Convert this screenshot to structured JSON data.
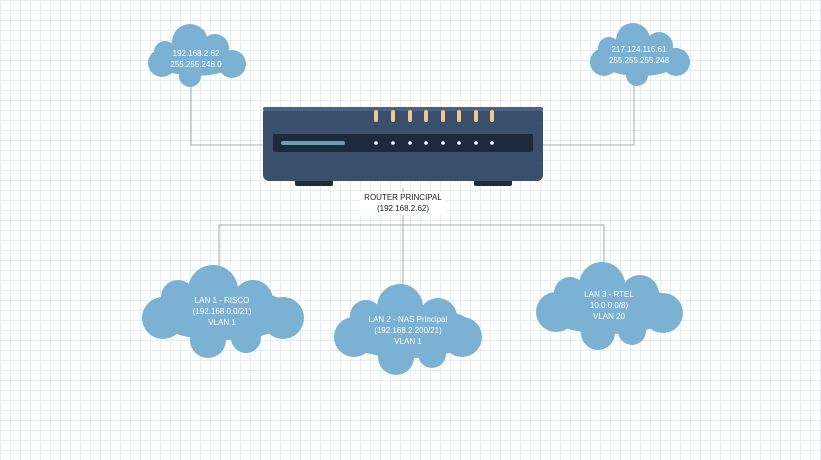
{
  "clouds": {
    "top_left": {
      "line1": "192.168.2.62",
      "line2": "255.255.248.0"
    },
    "top_right": {
      "line1": "217.124.116.61",
      "line2": "255.255.255.248"
    },
    "lan1": {
      "line1": "LAN 1 - RISCO",
      "line2": "(192.168.0.0/21)",
      "line3": "VLAN 1"
    },
    "lan2": {
      "line1": "LAN 2 - NAS Principal",
      "line2": "(192.168.2.200/21)",
      "line3": "VLAN 1"
    },
    "lan3": {
      "line1": "LAN 3 - RTEL",
      "line2": "10.0.0.0/8)",
      "line3": "VLAN 20"
    }
  },
  "router": {
    "label_line1": "ROUTER PRINCIPAL",
    "label_line2": "(192.168.2.62)"
  },
  "colors": {
    "cloud": "#7bb1d3",
    "router_body": "#3a4f6b",
    "router_panel": "#1b2b3a",
    "router_feet": "#1d2a38",
    "antenna": "#f2c98e",
    "line": "#a9a9a9"
  }
}
